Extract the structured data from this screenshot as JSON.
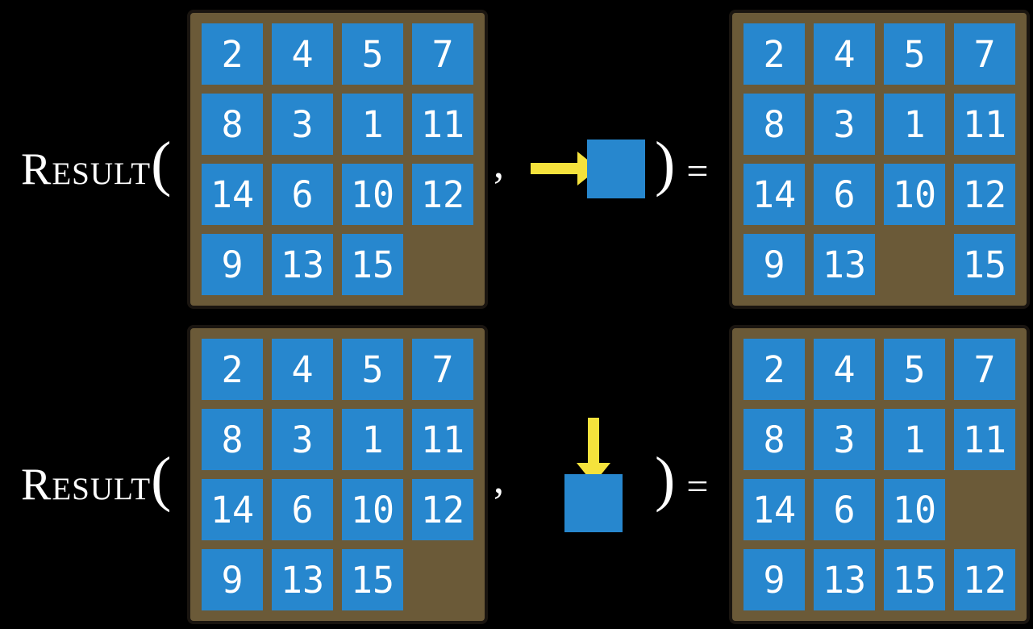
{
  "figure": {
    "background_color": "#000000",
    "text_color": "#FFFFFF",
    "tile_color": "#2787CE",
    "board_color": "#6B5A38",
    "board_border_color": "#1A1510",
    "arrow_color": "#F5E23C"
  },
  "equations": [
    {
      "function_label": "Result",
      "open_paren": "(",
      "comma": ",",
      "close_paren": ")",
      "equals": "=",
      "action": {
        "direction": "right",
        "icon": "right-arrow-into-tile"
      },
      "input_board": [
        [
          2,
          4,
          5,
          7
        ],
        [
          8,
          3,
          1,
          11
        ],
        [
          14,
          6,
          10,
          12
        ],
        [
          9,
          13,
          15,
          null
        ]
      ],
      "output_board": [
        [
          2,
          4,
          5,
          7
        ],
        [
          8,
          3,
          1,
          11
        ],
        [
          14,
          6,
          10,
          12
        ],
        [
          9,
          13,
          null,
          15
        ]
      ]
    },
    {
      "function_label": "Result",
      "open_paren": "(",
      "comma": ",",
      "close_paren": ")",
      "equals": "=",
      "action": {
        "direction": "down",
        "icon": "down-arrow-into-tile"
      },
      "input_board": [
        [
          2,
          4,
          5,
          7
        ],
        [
          8,
          3,
          1,
          11
        ],
        [
          14,
          6,
          10,
          12
        ],
        [
          9,
          13,
          15,
          null
        ]
      ],
      "output_board": [
        [
          2,
          4,
          5,
          7
        ],
        [
          8,
          3,
          1,
          11
        ],
        [
          14,
          6,
          10,
          null
        ],
        [
          9,
          13,
          15,
          12
        ]
      ]
    }
  ]
}
